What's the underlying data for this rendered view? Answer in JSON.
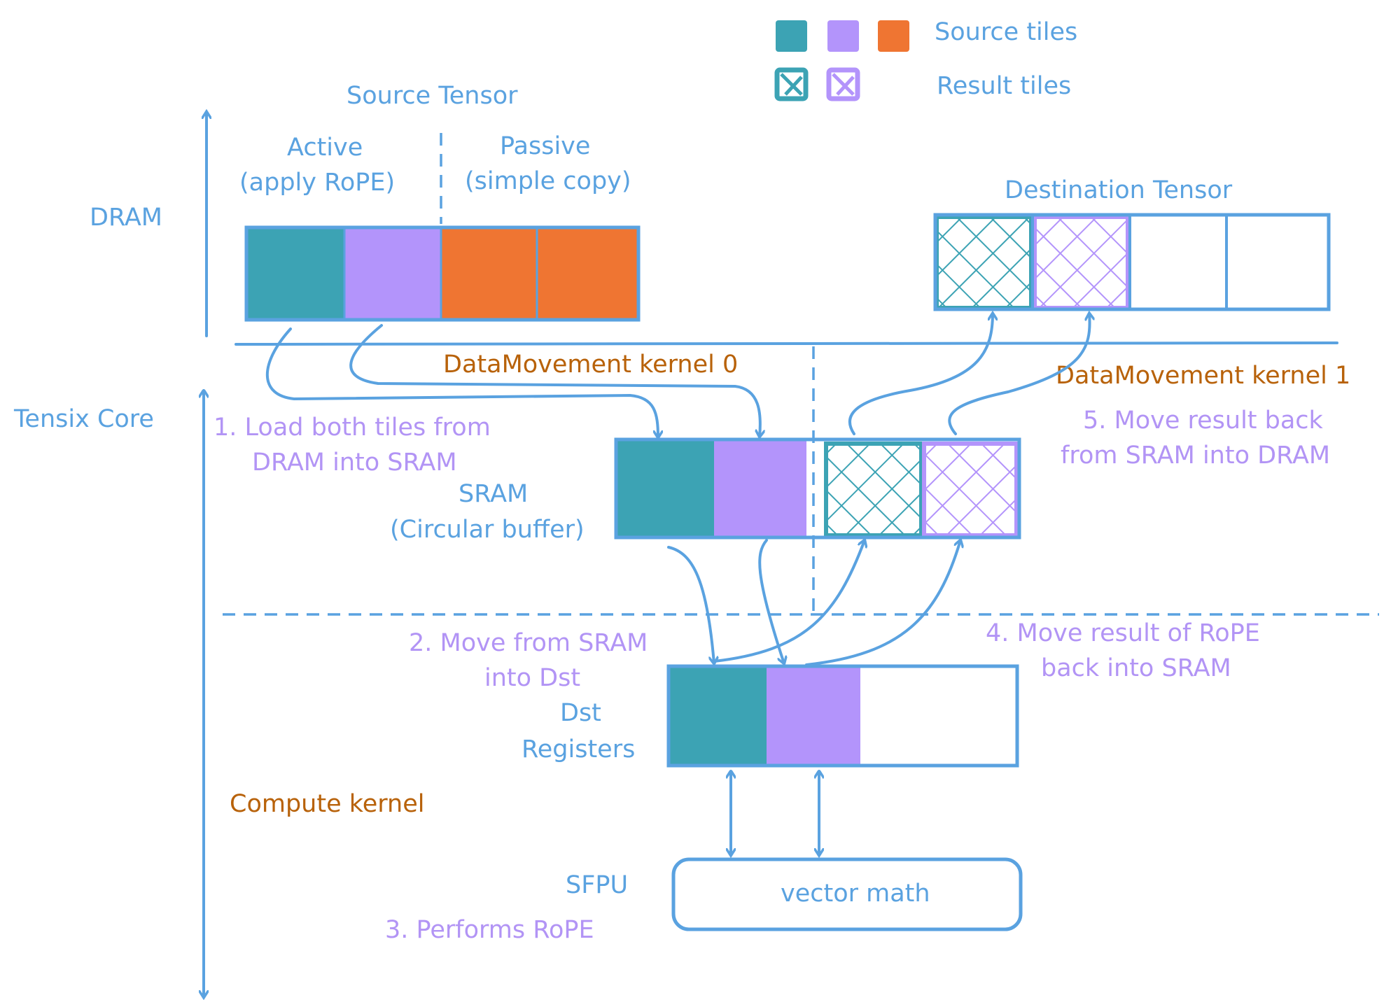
{
  "colors": {
    "line": "#5aa2e0",
    "teal": "#3ca3b4",
    "purple": "#b394fb",
    "orange": "#ef7532",
    "label_brown": "#b8620a",
    "step_purple": "#b294f5"
  },
  "legend": {
    "source_label": "Source tiles",
    "result_label": "Result tiles"
  },
  "regions": {
    "dram": "DRAM",
    "tensix": "Tensix Core"
  },
  "source_tensor": {
    "title": "Source Tensor",
    "active_line1": "Active",
    "active_line2": "(apply RoPE)",
    "passive_line1": "Passive",
    "passive_line2": "(simple copy)",
    "tiles": [
      "teal",
      "purple",
      "orange",
      "orange"
    ]
  },
  "destination_tensor": {
    "title": "Destination Tensor",
    "tiles": [
      "teal-result",
      "purple-result",
      "empty",
      "empty"
    ]
  },
  "kernels": {
    "dm0": "DataMovement kernel 0",
    "dm1": "DataMovement kernel 1",
    "compute": "Compute kernel"
  },
  "sram": {
    "label_line1": "SRAM",
    "label_line2": "(Circular buffer)"
  },
  "dst": {
    "label_line1": "Dst",
    "label_line2": "Registers"
  },
  "sfpu": {
    "label": "SFPU",
    "box_text": "vector math"
  },
  "steps": {
    "s1_line1": "1. Load both tiles from",
    "s1_line2": "DRAM into SRAM",
    "s2_line1": "2. Move from SRAM",
    "s2_line2": "into Dst",
    "s3": "3. Performs RoPE",
    "s4_line1": "4. Move result of RoPE",
    "s4_line2": "back into SRAM",
    "s5_line1": "5. Move result back",
    "s5_line2": "from SRAM into DRAM"
  }
}
